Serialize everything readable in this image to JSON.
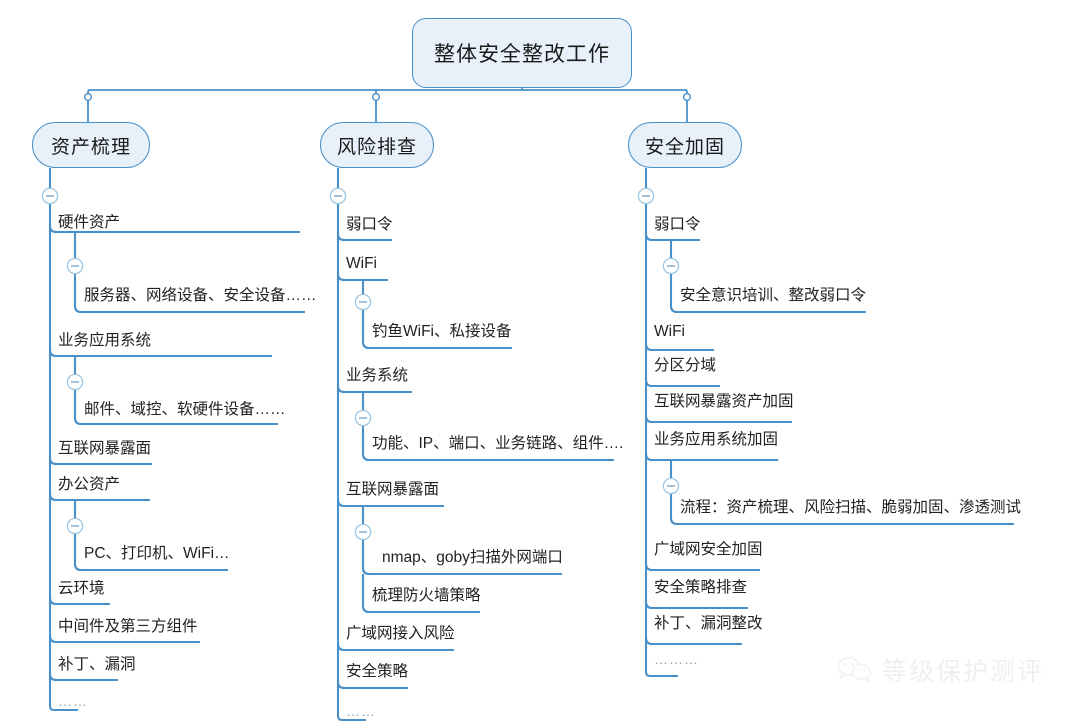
{
  "title": "整体安全整改工作",
  "colors": {
    "line": "#4a90c8",
    "node_fill": "#e8f1fa",
    "node_border": "#4a90c8",
    "text": "#222222",
    "watermark": "#e2e2e2"
  },
  "root": {
    "label": "整体安全整改工作"
  },
  "branches": [
    {
      "label": "资产梳理",
      "items": [
        {
          "label": "硬件资产",
          "children": [
            {
              "label": "服务器、网络设备、安全设备……"
            }
          ]
        },
        {
          "label": "业务应用系统",
          "children": [
            {
              "label": "邮件、域控、软硬件设备……"
            }
          ]
        },
        {
          "label": "互联网暴露面",
          "children": []
        },
        {
          "label": "办公资产",
          "children": [
            {
              "label": "PC、打印机、WiFi…"
            }
          ]
        },
        {
          "label": "云环境",
          "children": []
        },
        {
          "label": "中间件及第三方组件",
          "children": []
        },
        {
          "label": "补丁、漏洞",
          "children": []
        },
        {
          "label": "……",
          "children": []
        }
      ]
    },
    {
      "label": "风险排查",
      "items": [
        {
          "label": "弱口令",
          "children": []
        },
        {
          "label": "WiFi",
          "children": [
            {
              "label": "钓鱼WiFi、私接设备"
            }
          ]
        },
        {
          "label": "业务系统",
          "children": [
            {
              "label": "功能、IP、端口、业务链路、组件…."
            }
          ]
        },
        {
          "label": "互联网暴露面",
          "children": [
            {
              "label": "nmap、goby扫描外网端口"
            },
            {
              "label": "梳理防火墙策略"
            }
          ]
        },
        {
          "label": "广域网接入风险",
          "children": []
        },
        {
          "label": "安全策略",
          "children": []
        },
        {
          "label": "……",
          "children": []
        }
      ]
    },
    {
      "label": "安全加固",
      "items": [
        {
          "label": "弱口令",
          "children": [
            {
              "label": "安全意识培训、整改弱口令"
            }
          ]
        },
        {
          "label": "WiFi",
          "children": []
        },
        {
          "label": "分区分域",
          "children": []
        },
        {
          "label": "互联网暴露资产加固",
          "children": []
        },
        {
          "label": "业务应用系统加固",
          "children": [
            {
              "label": "流程：资产梳理、风险扫描、脆弱加固、渗透测试"
            }
          ]
        },
        {
          "label": "广域网安全加固",
          "children": []
        },
        {
          "label": "安全策略排查",
          "children": []
        },
        {
          "label": "补丁、漏洞整改",
          "children": []
        },
        {
          "label": "………",
          "children": []
        }
      ]
    }
  ],
  "watermark": {
    "label": "等级保护测评",
    "icon": "wechat-icon"
  },
  "collapse_toggle": {
    "symbol": "−"
  }
}
